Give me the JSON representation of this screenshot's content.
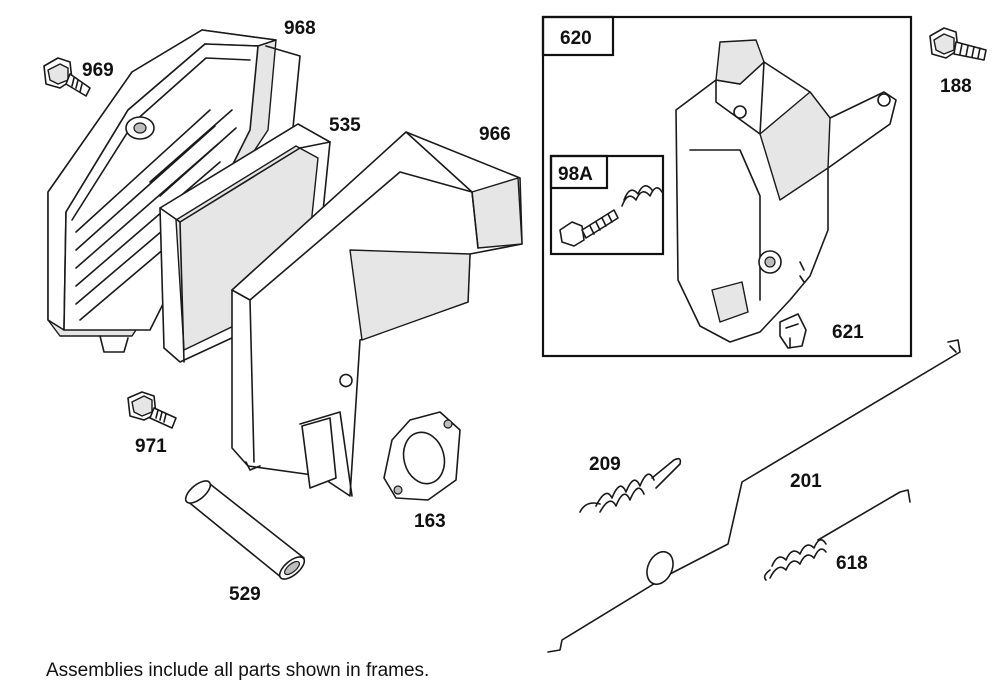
{
  "parts": [
    {
      "id": "p969",
      "label": "969",
      "icon": "screw-icon"
    },
    {
      "id": "p968",
      "label": "968",
      "icon": "air-cleaner-cover-icon"
    },
    {
      "id": "p535",
      "label": "535",
      "icon": "air-filter-cartridge-icon"
    },
    {
      "id": "p966",
      "label": "966",
      "icon": "air-cleaner-base-icon"
    },
    {
      "id": "p971",
      "label": "971",
      "icon": "screw-icon"
    },
    {
      "id": "p163",
      "label": "163",
      "icon": "gasket-icon"
    },
    {
      "id": "p529",
      "label": "529",
      "icon": "tube-icon"
    },
    {
      "id": "p620",
      "label": "620",
      "icon": "control-bracket-icon"
    },
    {
      "id": "p98A",
      "label": "98A",
      "icon": "screw-and-spring-icon"
    },
    {
      "id": "p621",
      "label": "621",
      "icon": "clip-icon"
    },
    {
      "id": "p188",
      "label": "188",
      "icon": "screw-icon"
    },
    {
      "id": "p209",
      "label": "209",
      "icon": "spring-icon"
    },
    {
      "id": "p201",
      "label": "201",
      "icon": "governor-link-icon"
    },
    {
      "id": "p618",
      "label": "618",
      "icon": "extension-spring-icon"
    }
  ],
  "footnote": "Assemblies include all parts shown in frames."
}
